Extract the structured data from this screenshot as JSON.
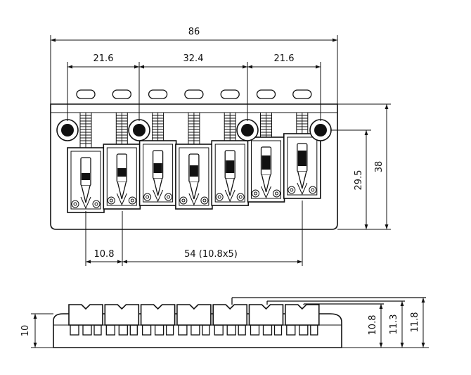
{
  "top_view": {
    "dims": {
      "overall_width": "86",
      "span_left": "21.6",
      "span_center": "32.4",
      "span_right": "21.6",
      "spacing_first": "10.8",
      "spacing_total": "54 (10.8x5)",
      "height_mount": "29.5",
      "height_total": "38"
    }
  },
  "side_view": {
    "dims": {
      "base_height": "10",
      "height_a": "10.8",
      "height_b": "11.3",
      "height_c": "11.8"
    }
  },
  "saddle_count": 7
}
